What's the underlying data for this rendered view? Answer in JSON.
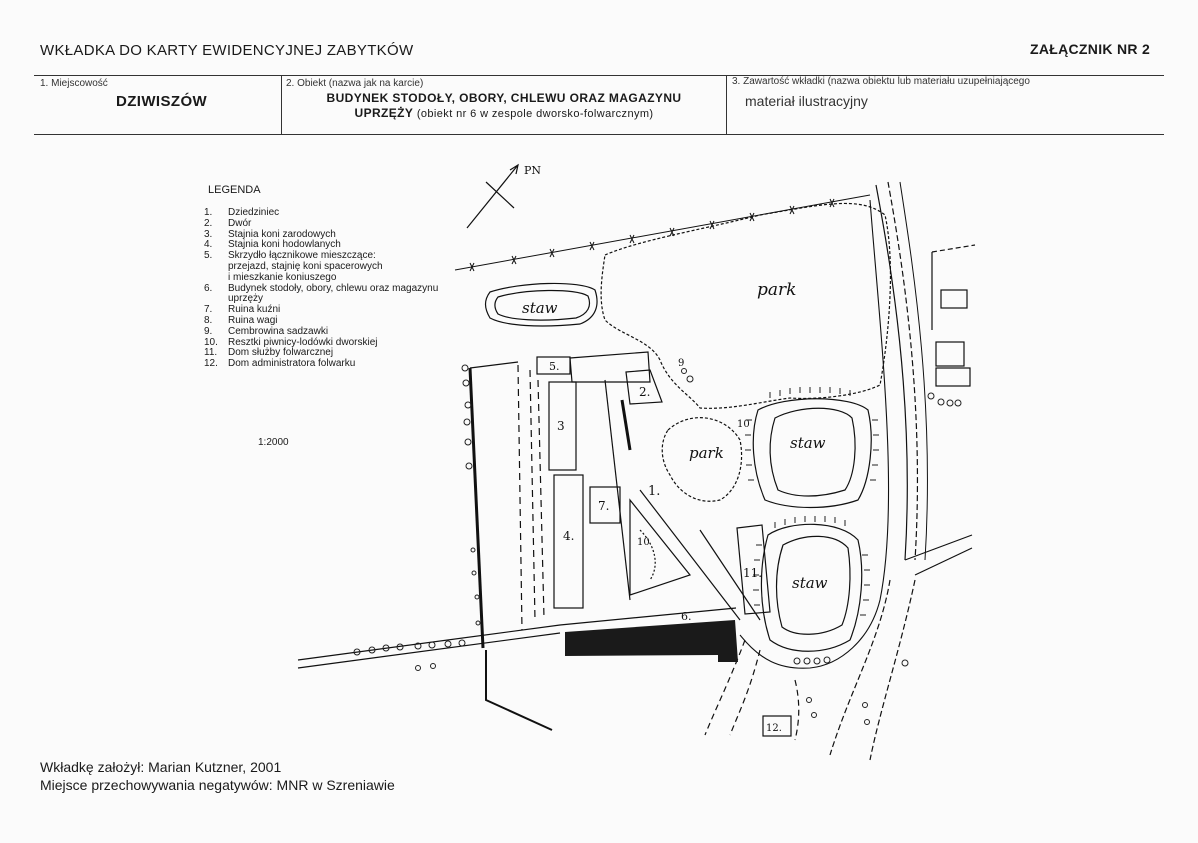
{
  "header": {
    "title": "WKŁADKA DO KARTY EWIDENCYJNEJ ZABYTKÓW",
    "attachment": "ZAŁĄCZNIK NR 2"
  },
  "fields": {
    "f1": {
      "label": "1. Miejscowość",
      "value": "DZIWISZÓW"
    },
    "f2": {
      "label": "2. Obiekt (nazwa jak na karcie)",
      "value_line1": "BUDYNEK STODOŁY, OBORY, CHLEWU ORAZ MAGAZYNU",
      "value_line2": "UPRZĘŻY",
      "value_note": "(obiekt nr 6 w zespole dworsko-folwarcznym)"
    },
    "f3": {
      "label": "3. Zawartość wkładki (nazwa obiektu lub materiału uzupełniającego",
      "value": "materiał ilustracyjny"
    }
  },
  "legend": {
    "title": "LEGENDA",
    "items": [
      {
        "num": "1.",
        "text": "Dziedziniec"
      },
      {
        "num": "2.",
        "text": "Dwór"
      },
      {
        "num": "3.",
        "text": "Stajnia koni zarodowych"
      },
      {
        "num": "4.",
        "text": "Stajnia koni hodowlanych"
      },
      {
        "num": "5.",
        "text": "Skrzydło łącznikowe mieszczące:"
      },
      {
        "num": "",
        "text": "przejazd, stajnię koni spacerowych"
      },
      {
        "num": "",
        "text": "i mieszkanie koniuszego"
      },
      {
        "num": "6.",
        "text": "Budynek stodoły, obory, chlewu oraz magazynu"
      },
      {
        "num": "",
        "text": "uprzęży"
      },
      {
        "num": "7.",
        "text": "Ruina kuźni"
      },
      {
        "num": "8.",
        "text": "Ruina wagi"
      },
      {
        "num": "9.",
        "text": "Cembrowina sadzawki"
      },
      {
        "num": "10.",
        "text": "Resztki piwnicy-lodówki dworskiej"
      },
      {
        "num": "11.",
        "text": "Dom służby folwarcznej"
      },
      {
        "num": "12.",
        "text": "Dom administratora folwarku"
      }
    ],
    "scale": "1:2000"
  },
  "map_labels": {
    "north": "PN",
    "park_big": "park",
    "park_small": "park",
    "pond_1": "staw",
    "pond_2": "staw",
    "pond_3": "staw",
    "b1": "1.",
    "b2": "2.",
    "b3": "3",
    "b4": "4.",
    "b5": "5.",
    "b6": "6.",
    "b7": "7.",
    "b9": "9",
    "b10": "10",
    "b10b": "10",
    "b11": "11.",
    "b12": "12."
  },
  "footer": {
    "line1": "Wkładkę założył: Marian Kutzner, 2001",
    "line2": "Miejsce przechowywania negatywów: MNR w Szreniawie"
  }
}
